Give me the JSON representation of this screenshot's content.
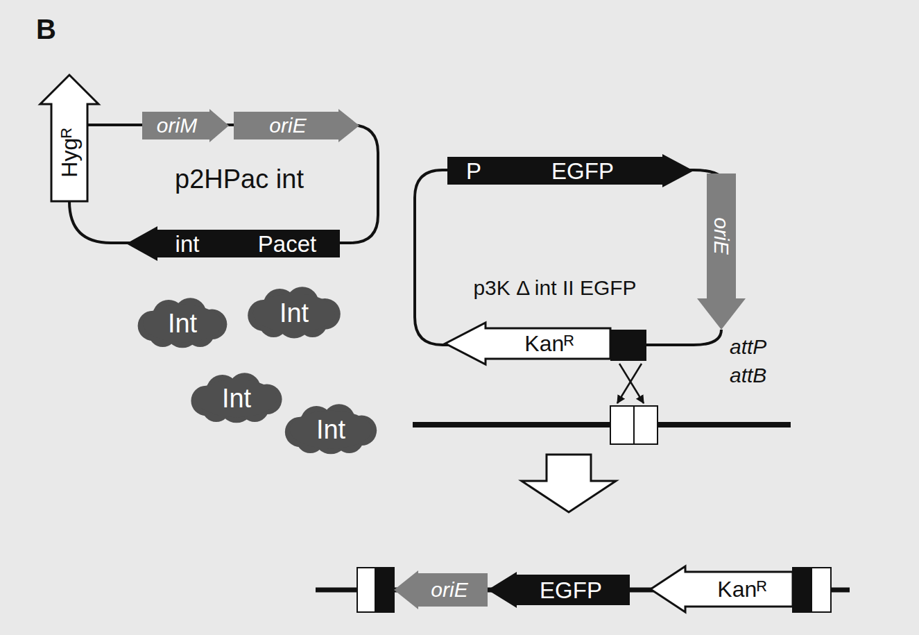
{
  "diagram": {
    "nodes": [
      {
        "text": [
          "p2HPac int"
        ]
      },
      {
        "text": [
          "Hygᴿ"
        ]
      },
      {
        "text": [
          "oriM"
        ]
      },
      {
        "text": [
          "oriE"
        ]
      },
      {
        "text": [
          "int",
          "Pacet"
        ]
      },
      {
        "text": [
          "Int"
        ]
      },
      {
        "text": [
          "Int"
        ]
      },
      {
        "text": [
          "Int"
        ]
      },
      {
        "text": [
          "Int"
        ]
      },
      {
        "text": [
          "p3K Δ int II EGFP"
        ]
      },
      {
        "text": [
          "P",
          "EGFP"
        ]
      },
      {
        "text": [
          "oriE"
        ]
      },
      {
        "text": [
          "Kanᴿ"
        ]
      },
      {
        "text": [
          "oriE"
        ]
      },
      {
        "text": [
          "EGFP"
        ]
      },
      {
        "text": [
          "Kanᴿ"
        ]
      }
    ],
    "labels": [
      "B",
      "attP",
      "attB"
    ]
  }
}
